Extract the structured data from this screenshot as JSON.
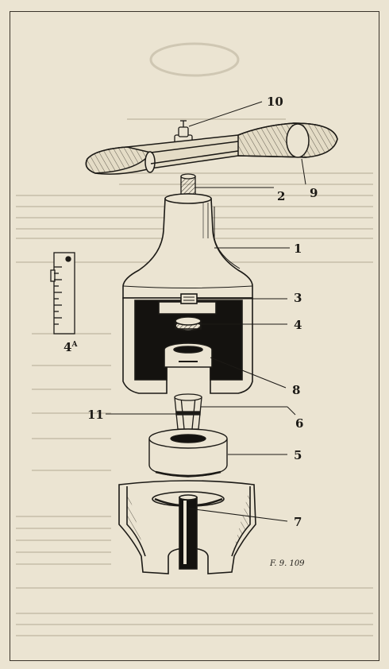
{
  "callouts": {
    "c10": "10",
    "c9": "9",
    "c2": "2",
    "c1": "1",
    "c4a": "4",
    "c4a_sup": "A",
    "c3": "3",
    "c4": "4",
    "c8": "8",
    "c11": "11",
    "c6": "6",
    "c5": "5",
    "c7": "7"
  },
  "figure_label": "F. 9. 109",
  "colors": {
    "paper": "#ebe4d2",
    "ink": "#1c1a16",
    "ghost": "#c9c1ad"
  }
}
